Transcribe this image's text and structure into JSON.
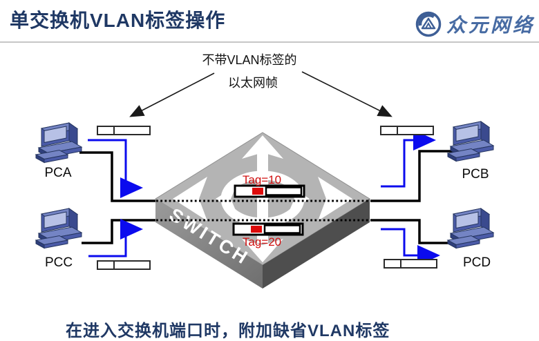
{
  "header": {
    "title": "单交换机VLAN标签操作",
    "logo": {
      "text": "众元网络",
      "icon": "zhongyuan-circle-mountain-logo"
    }
  },
  "annotation": {
    "line1": "不带VLAN标签的",
    "line2": "以太网帧"
  },
  "diagram": {
    "switch_label": "SWITCH",
    "tags": [
      {
        "label": "Tag=10"
      },
      {
        "label": "Tag=20"
      }
    ],
    "pcs": [
      {
        "name": "PCA"
      },
      {
        "name": "PCB"
      },
      {
        "name": "PCC"
      },
      {
        "name": "PCD"
      }
    ]
  },
  "footer": {
    "text": "在进入交换机端口时，附加缺省VLAN标签"
  },
  "colors": {
    "title_navy": "#1f3864",
    "logo_blue": "#476ba3",
    "tag_red": "#dd0b0b",
    "flow_blue": "#0b0bee",
    "line_black": "#000000",
    "switch_top_gray": "#b4b4b4",
    "switch_left_gray": "#8b8b8b",
    "switch_right_gray": "#4e4e4e",
    "pc_blue": "#4b5ba8"
  }
}
